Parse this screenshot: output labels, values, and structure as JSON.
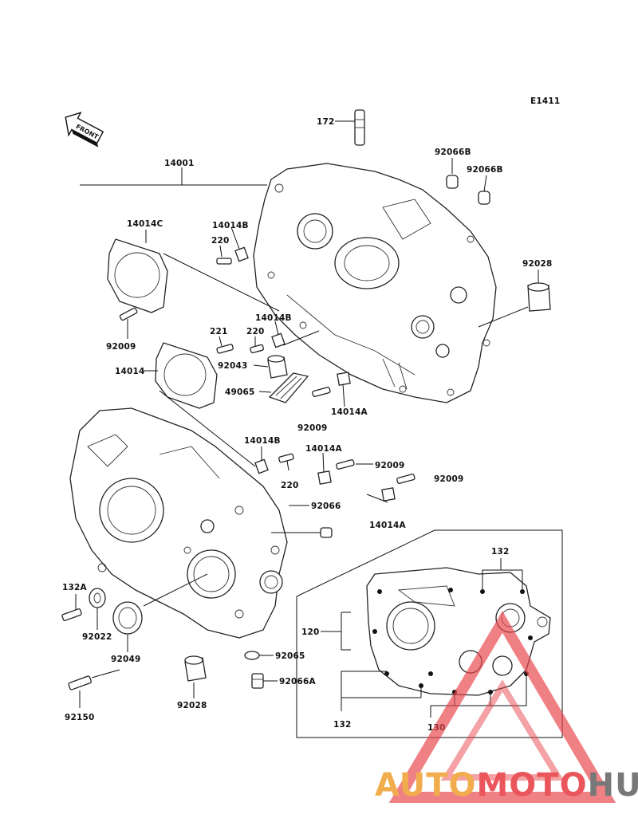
{
  "diagram_code": "E1411",
  "front_label": "FRONT",
  "part_labels": {
    "p172": "172",
    "p14001": "14001",
    "p92066B_1": "92066B",
    "p92066B_2": "92066B",
    "p14014C": "14014C",
    "p14014B_top": "14014B",
    "p220_top": "220",
    "p92028_right": "92028",
    "p92009_left": "92009",
    "p14014B_mid": "14014B",
    "p221": "221",
    "p220_mid": "220",
    "p14014": "14014",
    "p92043": "92043",
    "p49065": "49065",
    "p14014A_mid": "14014A",
    "p92009_mid": "92009",
    "p14014B_low": "14014B",
    "p14014A_low": "14014A",
    "p92009_low1": "92009",
    "p92009_low2": "92009",
    "p220_low": "220",
    "p92066": "92066",
    "p14014A_right": "14014A",
    "p132_top": "132",
    "p132A": "132A",
    "p120": "120",
    "p92022": "92022",
    "p92065": "92065",
    "p92049": "92049",
    "p92066A": "92066A",
    "p92028_low": "92028",
    "p92150": "92150",
    "p132_bottom": "132",
    "p130": "130"
  },
  "watermark": {
    "part1": "AUTO",
    "part2": "MOTO",
    "part3": "HUB",
    "color_orange": "#f0a53a",
    "color_red": "#e8444a",
    "color_gray": "#6a6a6a"
  }
}
